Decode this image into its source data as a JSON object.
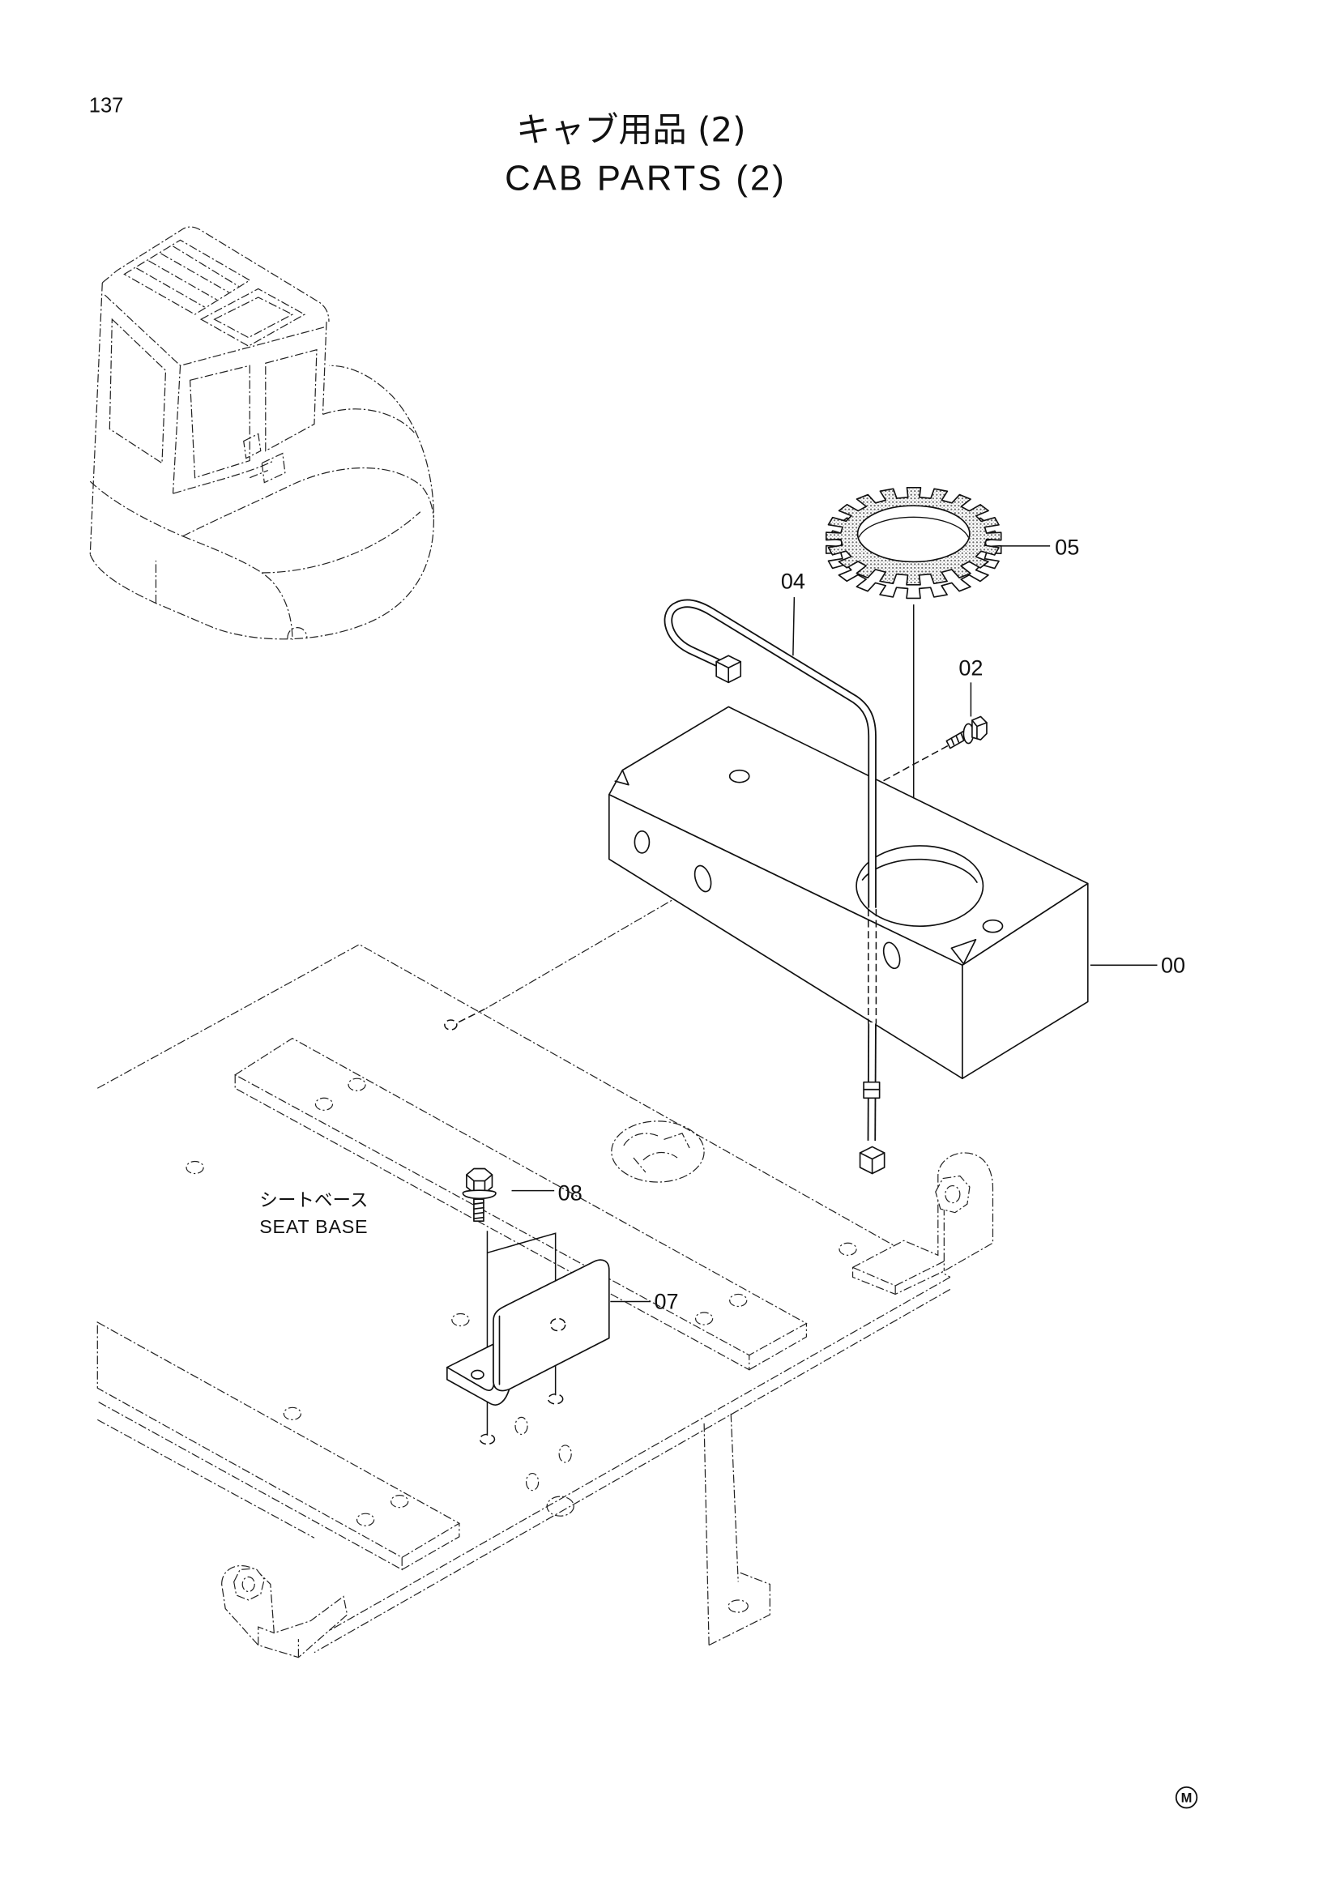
{
  "page_number": "137",
  "title": {
    "japanese": "キャブ用品 (2)",
    "english": "CAB PARTS (2)"
  },
  "callouts": {
    "part_05": "05",
    "part_04": "04",
    "part_02": "02",
    "part_00": "00",
    "part_08": "08",
    "part_07": "07"
  },
  "seat_base_label": {
    "japanese": "シートベース",
    "english": "SEAT BASE"
  },
  "mark": "M"
}
